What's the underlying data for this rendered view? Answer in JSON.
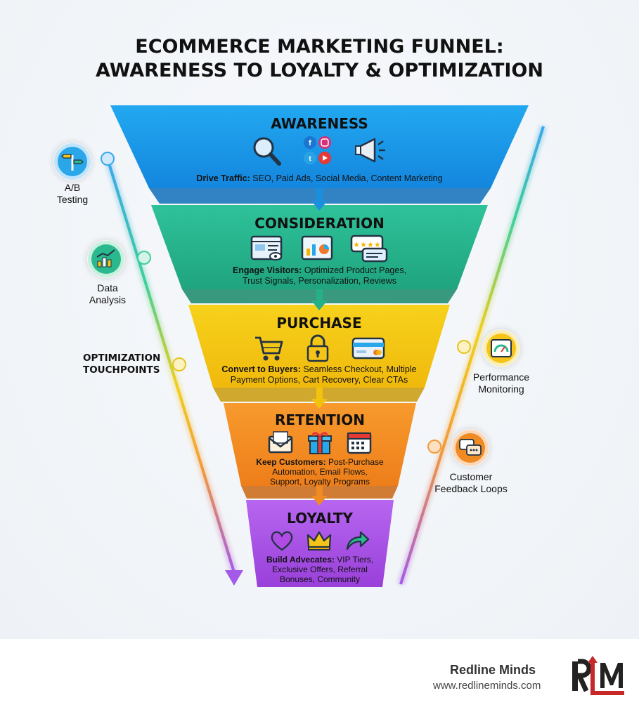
{
  "title": {
    "line1": "ECOMMERCE MARKETING FUNNEL:",
    "line2": "AWARENESS TO LOYALTY & OPTIMIZATION"
  },
  "stages": [
    {
      "name": "AWARENESS",
      "lead": "Drive Traffic:",
      "text1": " SEO, Paid Ads, Social Media, Content Marketing",
      "text2": "",
      "text3": "",
      "color": "#1e9de8"
    },
    {
      "name": "CONSIDERATION",
      "lead": "Engage Visitors:",
      "text1": " Optimized Product Pages,",
      "text2": "Trust Signals, Personalization, Reviews",
      "text3": "",
      "color": "#2ab98f"
    },
    {
      "name": "PURCHASE",
      "lead": "Convert to Buyers:",
      "text1": " Seamless Checkout, Multiple",
      "text2": "Payment Options, Cart Recovery, Clear CTAs",
      "text3": "",
      "color": "#f2c511"
    },
    {
      "name": "RETENTION",
      "lead": "Keep Customers:",
      "text1": " Post-Purchase",
      "text2": "Automation, Email Flows,",
      "text3": "Support, Loyalty Programs",
      "color": "#f08a22"
    },
    {
      "name": "LOYALTY",
      "lead": "Build Advecates:",
      "text1": " VIP Tiers,",
      "text2": "Exclusive Offers, Referral",
      "text3": "Bonuses, Community",
      "color": "#a24fe0"
    }
  ],
  "side": {
    "ab_testing": {
      "line1": "A/B",
      "line2": "Testing"
    },
    "data_analysis": {
      "line1": "Data",
      "line2": "Analysis"
    },
    "touchpoints": {
      "line1": "OPTIMIZATION",
      "line2": "TOUCHPOINTS"
    },
    "performance": {
      "line1": "Performance",
      "line2": "Monitoring"
    },
    "feedback": {
      "line1": "Customer",
      "line2": "Feedback Loops"
    }
  },
  "footer": {
    "brand": "Redline Minds",
    "url": "www.redlineminds.com",
    "logo_text": "RM"
  },
  "icons": [
    "signpost-icon",
    "chart-icon",
    "gauge-icon",
    "chat-icon",
    "magnifier-icon",
    "social-icons",
    "megaphone-icon",
    "webpage-icon",
    "dashboard-icon",
    "review-icon",
    "cart-icon",
    "lock-icon",
    "credit-card-icon",
    "email-icon",
    "gift-icon",
    "calendar-icon",
    "heart-icon",
    "crown-icon",
    "share-icon"
  ]
}
